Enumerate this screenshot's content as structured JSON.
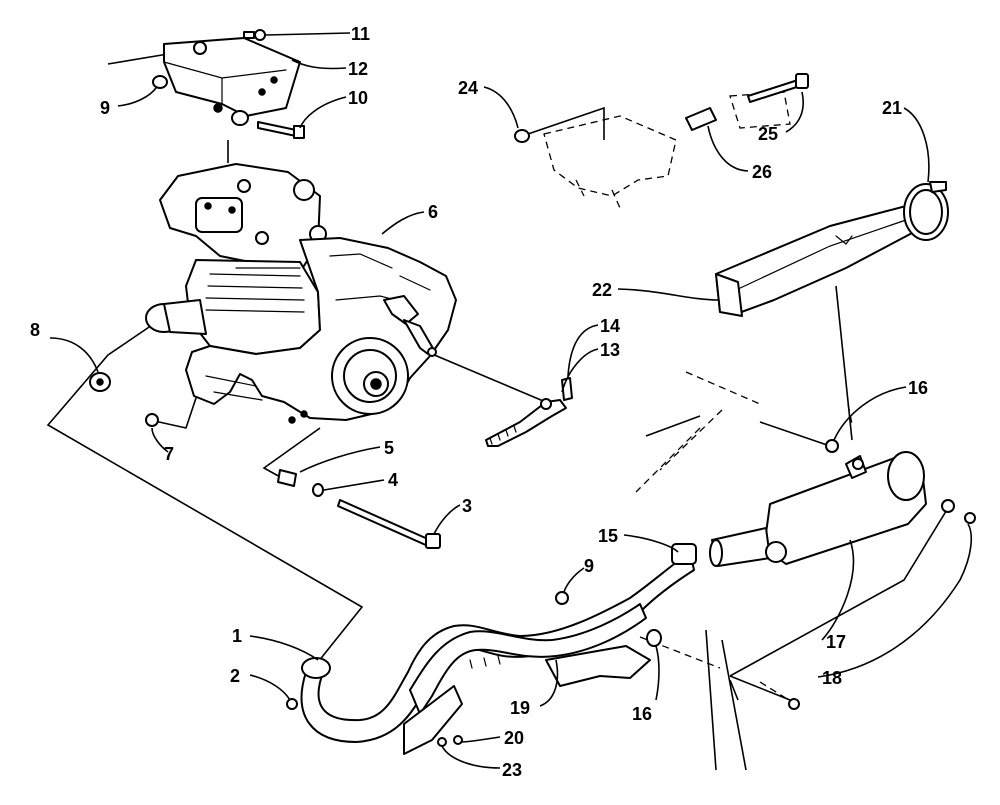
{
  "diagram": {
    "callouts": [
      {
        "id": "c1",
        "label": "1"
      },
      {
        "id": "c2",
        "label": "2"
      },
      {
        "id": "c3",
        "label": "3"
      },
      {
        "id": "c4",
        "label": "4"
      },
      {
        "id": "c5",
        "label": "5"
      },
      {
        "id": "c6",
        "label": "6"
      },
      {
        "id": "c7",
        "label": "7"
      },
      {
        "id": "c8",
        "label": "8"
      },
      {
        "id": "c9a",
        "label": "9"
      },
      {
        "id": "c9b",
        "label": "9"
      },
      {
        "id": "c10",
        "label": "10"
      },
      {
        "id": "c11",
        "label": "11"
      },
      {
        "id": "c12",
        "label": "12"
      },
      {
        "id": "c13",
        "label": "13"
      },
      {
        "id": "c14",
        "label": "14"
      },
      {
        "id": "c15",
        "label": "15"
      },
      {
        "id": "c16a",
        "label": "16"
      },
      {
        "id": "c16b",
        "label": "16"
      },
      {
        "id": "c17",
        "label": "17"
      },
      {
        "id": "c18",
        "label": "18"
      },
      {
        "id": "c19",
        "label": "19"
      },
      {
        "id": "c20",
        "label": "20"
      },
      {
        "id": "c21",
        "label": "21"
      },
      {
        "id": "c22",
        "label": "22"
      },
      {
        "id": "c23",
        "label": "23"
      },
      {
        "id": "c24",
        "label": "24"
      },
      {
        "id": "c25",
        "label": "25"
      },
      {
        "id": "c26",
        "label": "26"
      }
    ]
  }
}
